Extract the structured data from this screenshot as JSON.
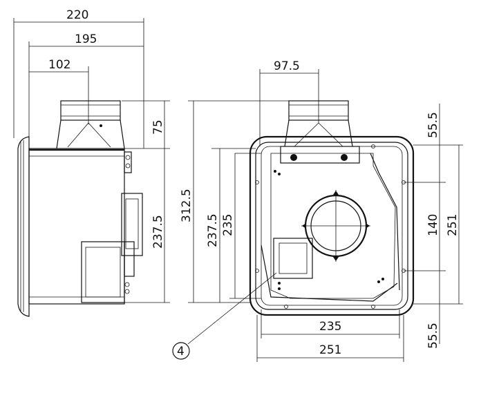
{
  "drawing": {
    "side_view": {
      "dim_220": "220",
      "dim_195": "195",
      "dim_102": "102",
      "dim_75": "75",
      "dim_237_5": "237.5"
    },
    "front_view": {
      "dim_97_5": "97.5",
      "dim_312_5": "312.5",
      "dim_237_5": "237.5",
      "dim_235_v": "235",
      "dim_55_5_top": "55.5",
      "dim_140": "140",
      "dim_251_v": "251",
      "dim_55_5_bottom": "55.5",
      "dim_235_h": "235",
      "dim_251_h": "251",
      "callout": "4"
    }
  }
}
